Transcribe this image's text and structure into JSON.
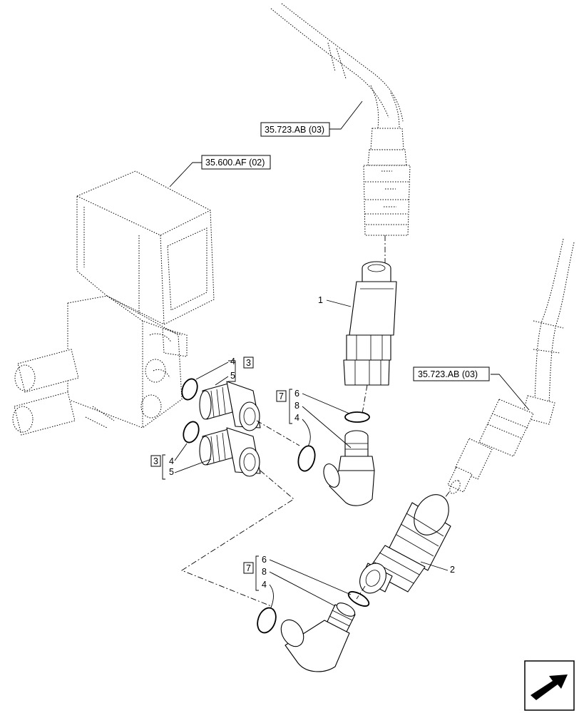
{
  "references": {
    "hose_top": "35.723.AB (03)",
    "valve_block": "35.600.AF (02)",
    "hose_right": "35.723.AB (03)"
  },
  "callouts": {
    "part_1": "1",
    "part_2": "2",
    "group_upper_box": "3",
    "group_upper_a": "4",
    "group_upper_b": "5",
    "group_lower_box": "3",
    "group_lower_a": "4",
    "group_lower_b": "5",
    "elbow_upper_box": "7",
    "elbow_upper_a": "6",
    "elbow_upper_b": "8",
    "elbow_upper_c": "4",
    "elbow_lower_box": "7",
    "elbow_lower_a": "6",
    "elbow_lower_b": "8",
    "elbow_lower_c": "4"
  },
  "nav_icon": "next-page-arrow-icon"
}
